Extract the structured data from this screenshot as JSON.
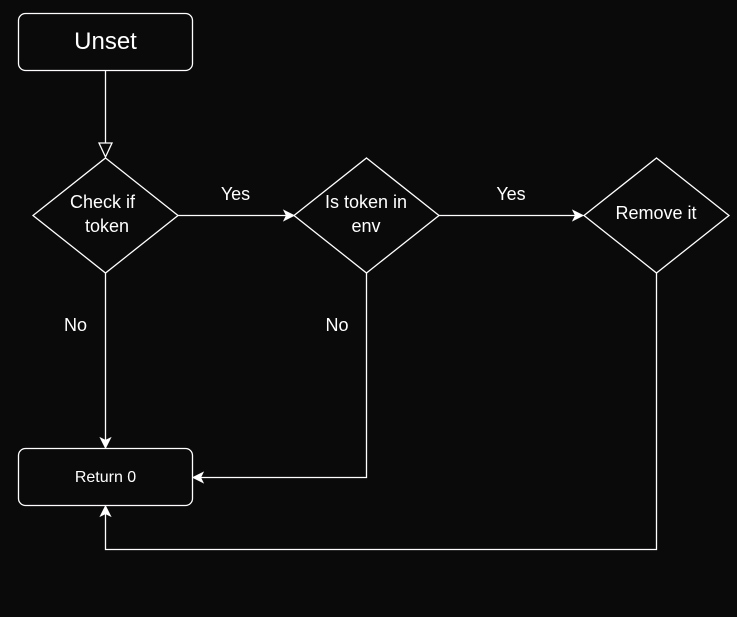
{
  "nodes": {
    "unset": {
      "label": "Unset"
    },
    "check_token": {
      "label_line1": "Check if",
      "label_line2": "token"
    },
    "token_in_env": {
      "label_line1": "Is token in",
      "label_line2": "env"
    },
    "remove_it": {
      "label": "Remove it"
    },
    "return_0": {
      "label": "Return 0"
    }
  },
  "edges": {
    "check_to_env": {
      "label": "Yes"
    },
    "env_to_remove": {
      "label": "Yes"
    },
    "check_to_return": {
      "label": "No"
    },
    "env_to_return": {
      "label": "No"
    }
  }
}
